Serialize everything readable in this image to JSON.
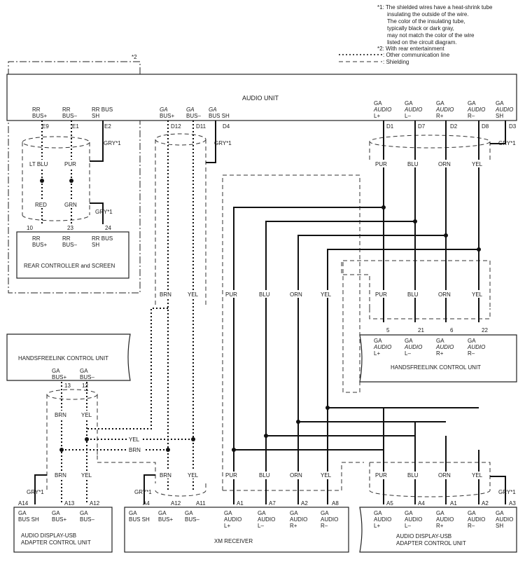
{
  "notes": {
    "n1_1": "*1: The shielded wires have a heat-shrink tube",
    "n1_2": "insulating the outside of the wire.",
    "n1_3": "The color of the insulating tube,",
    "n1_4": "typically black or dark gray,",
    "n1_5": "may not match the color of the wire",
    "n1_6": "listed on the circuit diagram.",
    "n2": "*2: With rear entertainment",
    "other_comm": ": Other communication line",
    "shielding": ": Shielding",
    "star2": "*2"
  },
  "audio_unit": {
    "title": "AUDIO UNIT",
    "rr": {
      "busp": [
        "RR",
        "BUS+"
      ],
      "busm": [
        "RR",
        "BUS–"
      ],
      "sh": [
        "RR BUS",
        "SH"
      ],
      "pins": [
        "E9",
        "E1",
        "E2"
      ]
    },
    "ga": {
      "busp": [
        "GA",
        "BUS+"
      ],
      "busm": [
        "GA",
        "BUS–"
      ],
      "sh": [
        "GA",
        "BUS SH"
      ],
      "pins": [
        "D12",
        "D11",
        "D4"
      ]
    },
    "audio": {
      "lp": [
        "GA",
        "AUDIO",
        "L+"
      ],
      "lm": [
        "GA",
        "AUDIO",
        "L–"
      ],
      "rp": [
        "GA",
        "AUDIO",
        "R+"
      ],
      "rm": [
        "GA",
        "AUDIO",
        "R–"
      ],
      "sh": [
        "GA",
        "AUDIO",
        "SH"
      ],
      "pins": [
        "D1",
        "D7",
        "D2",
        "D8",
        "D3"
      ]
    }
  },
  "wires": {
    "gry": "GRY*1",
    "lt_blu": "LT BLU",
    "pur": "PUR",
    "red": "RED",
    "grn": "GRN",
    "brn": "BRN",
    "yel": "YEL",
    "blu": "BLU",
    "orn": "ORN"
  },
  "rear": {
    "pins": [
      "10",
      "23",
      "24"
    ],
    "busp": [
      "RR",
      "BUS+"
    ],
    "busm": [
      "RR",
      "BUS–"
    ],
    "sh": [
      "RR BUS",
      "SH"
    ],
    "title": "REAR CONTROLLER and SCREEN"
  },
  "hfl_right": {
    "pins": [
      "5",
      "21",
      "6",
      "22"
    ],
    "lp": [
      "GA",
      "AUDIO",
      "L+"
    ],
    "lm": [
      "GA",
      "AUDIO",
      "L–"
    ],
    "rp": [
      "GA",
      "AUDIO",
      "R+"
    ],
    "rm": [
      "GA",
      "AUDIO",
      "R–"
    ],
    "title": "HANDSFREELINK CONTROL UNIT"
  },
  "hfl_left": {
    "title": "HANDSFREELINK CONTROL UNIT",
    "busp": [
      "GA",
      "BUS+"
    ],
    "busm": [
      "GA",
      "BUS–"
    ],
    "pins": [
      "13",
      "12"
    ]
  },
  "adu_left": {
    "pins": [
      "A14",
      "A13",
      "A12"
    ],
    "sh": [
      "GA",
      "BUS SH"
    ],
    "busp": [
      "GA",
      "BUS+"
    ],
    "busm": [
      "GA",
      "BUS–"
    ],
    "title": [
      "AUDIO DISPLAY-USB",
      "ADAPTER CONTROL UNIT"
    ]
  },
  "xm": {
    "pins_bus": [
      "A4",
      "A12",
      "A11"
    ],
    "pins_audio": [
      "A1",
      "A7",
      "A2",
      "A8"
    ],
    "sh": [
      "GA",
      "BUS SH"
    ],
    "busp": [
      "GA",
      "BUS+"
    ],
    "busm": [
      "GA",
      "BUS–"
    ],
    "lp": [
      "GA",
      "AUDIO",
      "L+"
    ],
    "lm": [
      "GA",
      "AUDIO",
      "L–"
    ],
    "rp": [
      "GA",
      "AUDIO",
      "R+"
    ],
    "rm": [
      "GA",
      "AUDIO",
      "R–"
    ],
    "title": "XM RECEIVER"
  },
  "adu_right": {
    "pins": [
      "A5",
      "A4",
      "A1",
      "A2",
      "A3"
    ],
    "lp": [
      "GA",
      "AUDIO",
      "L+"
    ],
    "lm": [
      "GA",
      "AUDIO",
      "L–"
    ],
    "rp": [
      "GA",
      "AUDIO",
      "R+"
    ],
    "rm": [
      "GA",
      "AUDIO",
      "R–"
    ],
    "sh": [
      "GA",
      "AUDIO",
      "SH"
    ],
    "title": [
      "AUDIO DISPLAY-USB",
      "ADAPTER CONTROL UNIT"
    ]
  }
}
